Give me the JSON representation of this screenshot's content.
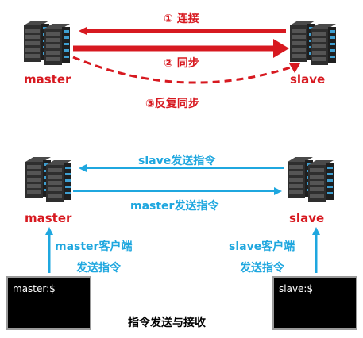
{
  "top": {
    "left_node": "master",
    "right_node": "slave",
    "step1": "① 连接",
    "step2": "② 同步",
    "step3": "③反复同步"
  },
  "bottom": {
    "left_node": "master",
    "right_node": "slave",
    "arrow_to_master": "slave发送指令",
    "arrow_to_slave": "master发送指令",
    "master_client_line1": "master客户端",
    "master_client_line2": "发送指令",
    "slave_client_line1": "slave客户端",
    "slave_client_line2": "发送指令",
    "master_terminal": "master:$_",
    "slave_terminal": "slave:$_",
    "caption": "指令发送与接收"
  },
  "colors": {
    "red": "#d71920",
    "blue": "#1fa7df",
    "server": "#3a3a3a"
  },
  "icons": {
    "server": "server-rack-icon",
    "terminal": "terminal-icon"
  }
}
